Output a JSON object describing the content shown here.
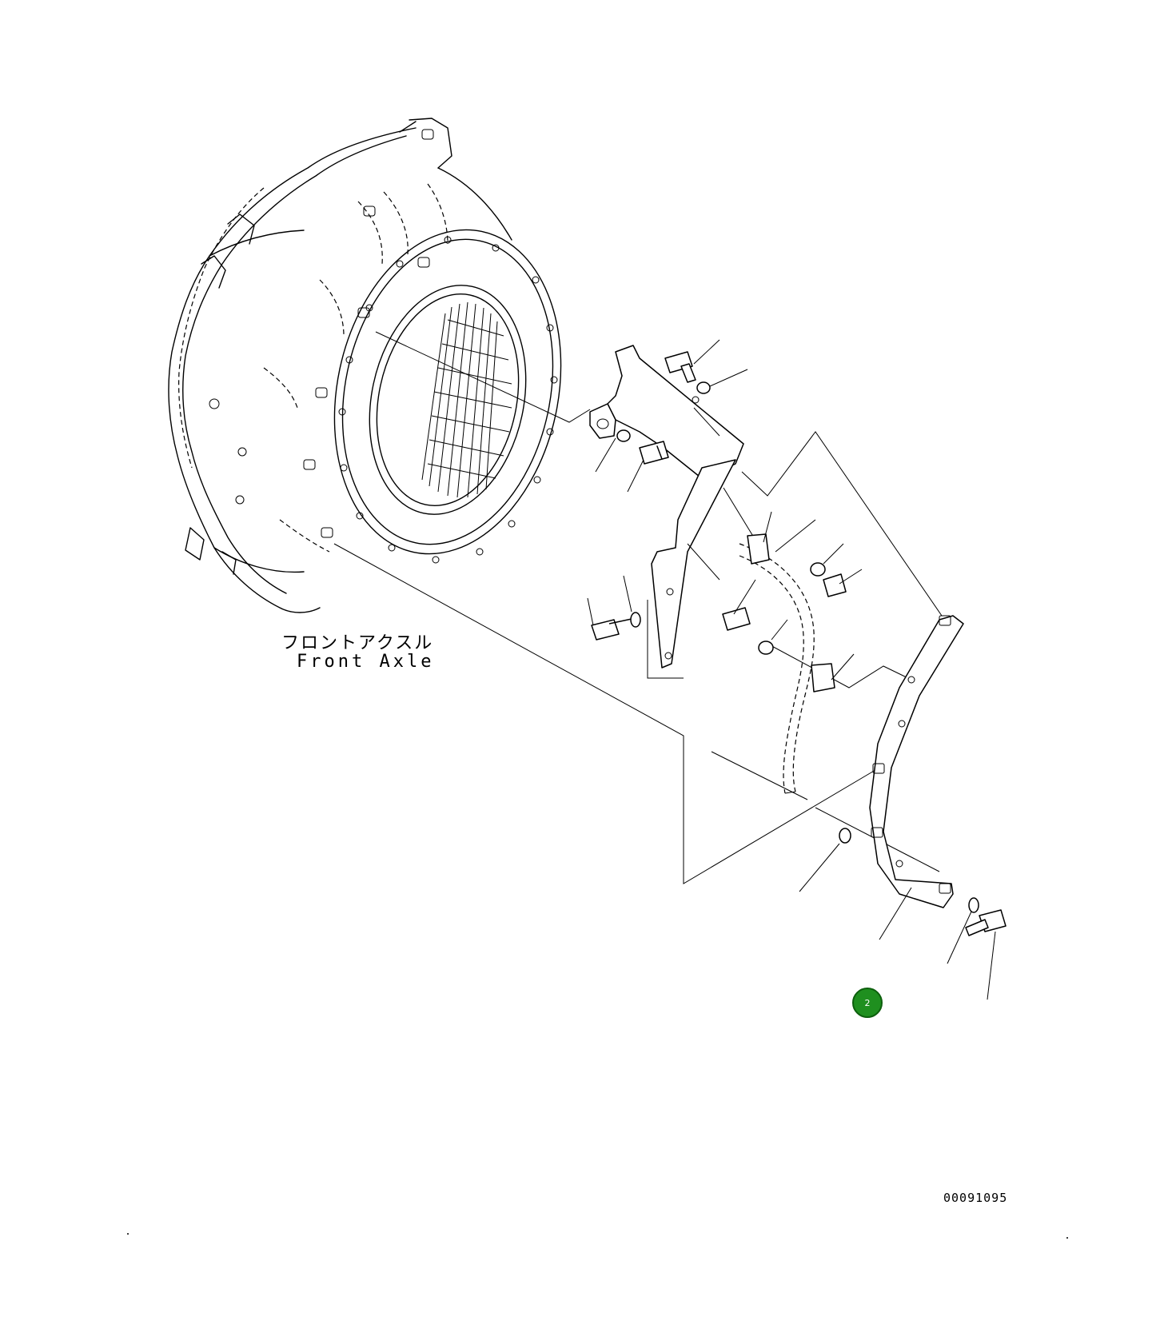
{
  "diagram": {
    "label_japanese": "フロントアクスル",
    "label_english": "Front Axle",
    "drawing_number": "00091095",
    "callout": {
      "number": "2",
      "color": "#1f8f1f"
    }
  }
}
